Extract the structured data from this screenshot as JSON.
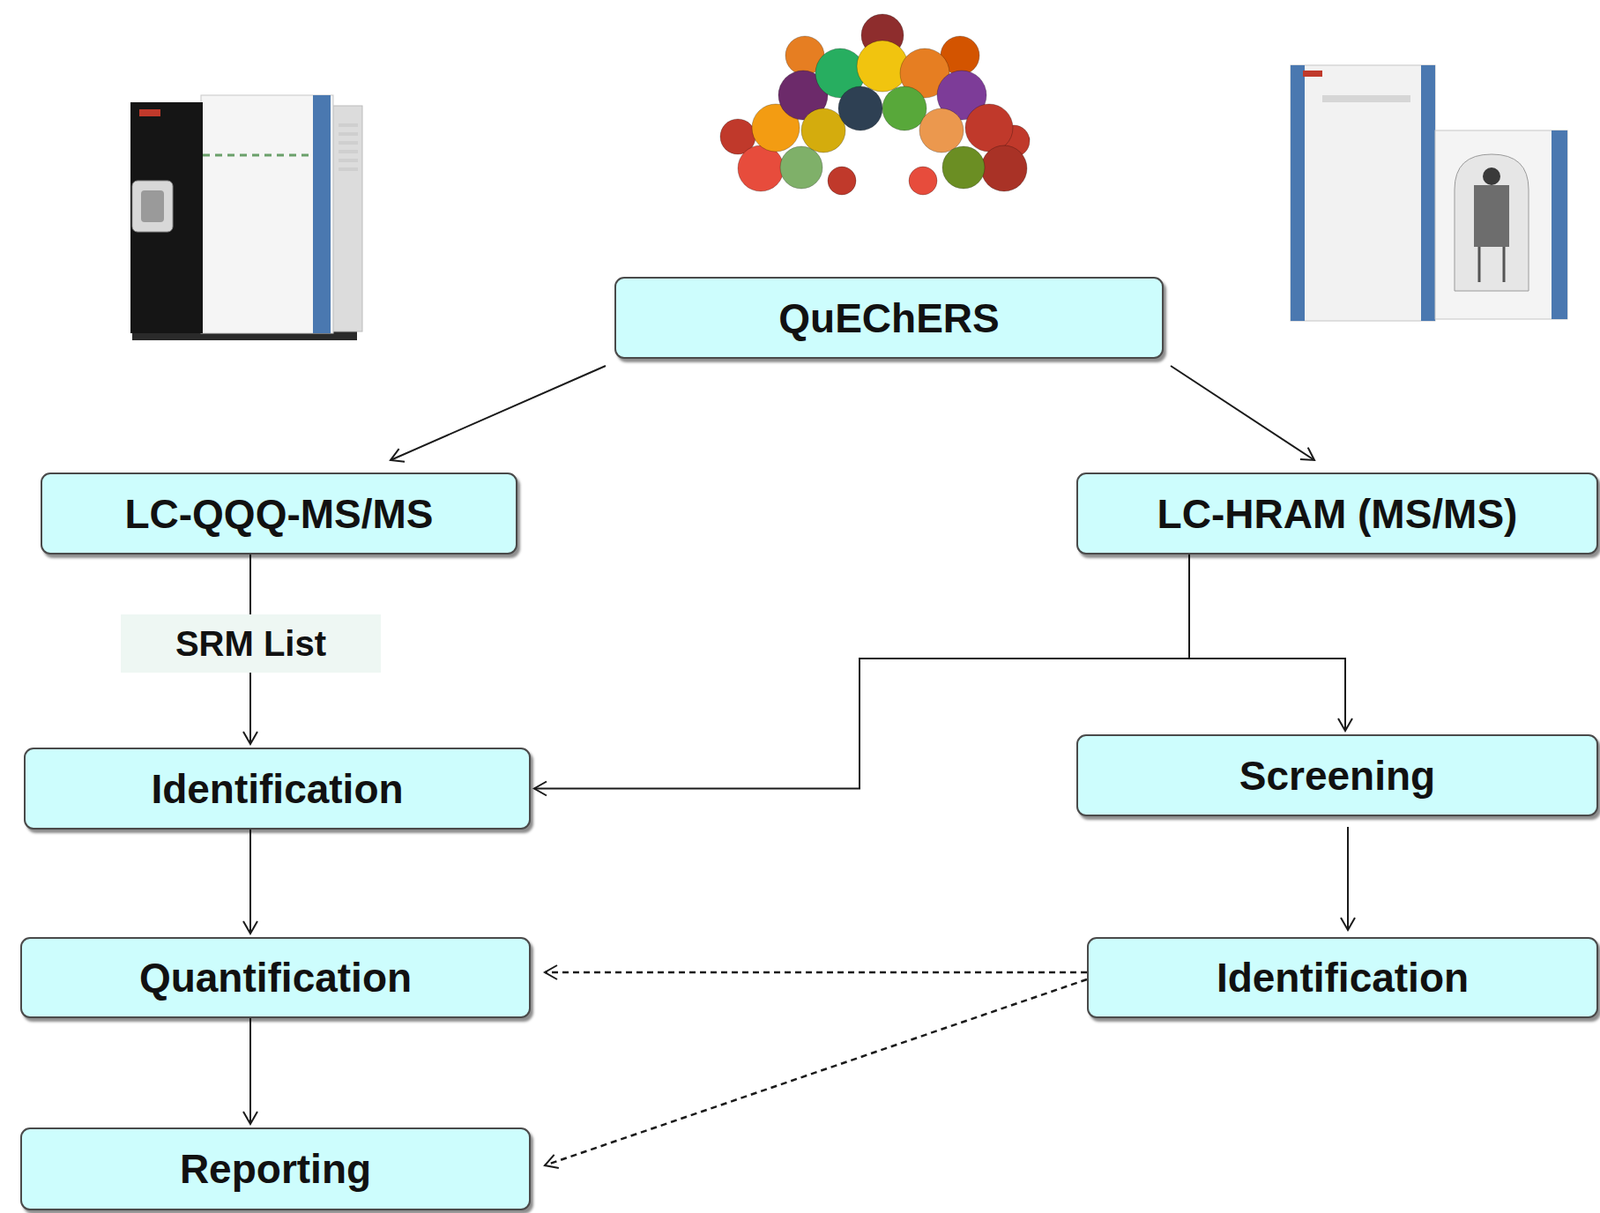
{
  "diagram": {
    "nodes": [
      {
        "text": [
          "QuEChERS"
        ]
      },
      {
        "text": [
          "LC-QQQ-MS/MS"
        ]
      },
      {
        "text": [
          "LC-HRAM (MS/MS)"
        ]
      },
      {
        "text": [
          "Identification"
        ]
      },
      {
        "text": [
          "Screening"
        ]
      },
      {
        "text": [
          "Quantification"
        ]
      },
      {
        "text": [
          "Identification"
        ]
      },
      {
        "text": [
          "Reporting"
        ]
      }
    ],
    "edges": [
      {
        "from": 0,
        "to": 1,
        "arrow": "to"
      },
      {
        "from": 0,
        "to": 2,
        "arrow": "to"
      },
      {
        "from": 1,
        "to": 3,
        "label": "SRM List",
        "arrow": "to"
      },
      {
        "from": 2,
        "to": 3,
        "arrow": "to"
      },
      {
        "from": 2,
        "to": 4,
        "arrow": "to"
      },
      {
        "from": 3,
        "to": 5,
        "arrow": "to"
      },
      {
        "from": 4,
        "to": 6,
        "arrow": "to"
      },
      {
        "from": 5,
        "to": 7,
        "arrow": "to"
      },
      {
        "from": 6,
        "to": 5,
        "arrow": "to"
      },
      {
        "from": 6,
        "to": 7,
        "arrow": "to"
      }
    ]
  }
}
